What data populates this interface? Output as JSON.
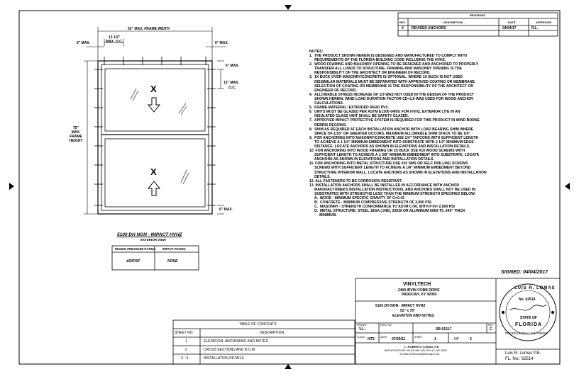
{
  "revisions": {
    "title": "REVISIONS",
    "headers": [
      "REV",
      "DESCRIPTION",
      "DATE",
      "APPROVED"
    ],
    "rows": [
      [
        "0",
        "REVISED ANCHORS",
        "04/04/17",
        "R.L."
      ]
    ]
  },
  "elevation": {
    "width_label": "52\" MAX. FRAME WIDTH",
    "oc_top_label": "13 1/2\"",
    "oc_top_label2": "MAX. O.C.",
    "max_top_left": "6\" MAX.",
    "max_top_right": "6\" MAX.",
    "max_right_top": "6\" MAX.",
    "oc_right_1": "13\" MAX.",
    "oc_right_2": "O.C.",
    "max_right_bottom": "6\" MAX.",
    "height_label": [
      "75\"",
      "MAX.",
      "FRAME",
      "HEIGHT"
    ],
    "x_mark_upper": "X",
    "x_mark_lower": "X",
    "title": "5100 DH NON - IMPACT HVHZ",
    "subtitle": "EXTERIOR VIEW",
    "dp_headers": [
      "DESIGN PRESSURE RATING",
      "IMPACT RATING"
    ],
    "dp_values": [
      "±50PSF",
      "NONE"
    ]
  },
  "notes": {
    "heading": "NOTES:",
    "items": [
      "1.  THE PRODUCT SHOWN HEREIN IS DESIGNED AND MANUFACTURED TO COMPLY WITH",
      "     REQUIREMENTS OF THE FLORIDA BUILDING CODE INCLUDING THE HVHZ.",
      "2.  WOOD FRAMING AND MASONRY OPENING TO BE DESIGNED AND ANCHORED TO PROPERLY",
      "     TRANSFER ALL LOADS TO STRUCTURE. FRAMING AND MASONRY OPENING IS THE",
      "     RESPONSIBILITY OF THE ARCHITECT OR ENGINEER OF RECORD.",
      "3.  1X BUCK OVER MASONRY/CONCRETE IS OPTIONAL. WHERE 1X BUCK IS NOT USED",
      "     DISSIMILAR MATERIALS MUST BE SEPARATED WITH APPROVED COATING OR MEMBRANE.",
      "     SELECTION OF COATING OR MEMBRANE IS THE RESPONSIBILITY OF THE ARCHITECT OR",
      "     ENGINEER OF RECORD.",
      "4.  ALLOWABLE STRESS INCREASE OF 1/3 WAS NOT USED IN THE DESIGN OF THE PRODUCT",
      "     SHOWN HEREIN. WIND LOAD DURATION FACTOR CD=1.6 WAS USED FOR WOOD ANCHOR",
      "     CALCULATIONS.",
      "5.  FRAME MATERIAL: EXTRUDED RIGID PVC.",
      "6.  UNITS MUST BE GLAZED PER ASTM E1300-04/09. FOR HVHZ, EXTERIOR LITE IN AN",
      "     INSULATED GLASS UNIT SHALL BE SAFETY GLAZED.",
      "7.  APPROVED IMPACT PROTECTIVE SYSTEM IS REQUIRED FOR THIS PRODUCT IN WIND BORNE",
      "     DEBRIS REGIONS.",
      "8.  SHIM AS REQUIRED AT EACH INSTALLATION ANCHOR WITH LOAD BEARING SHIM WHERE",
      "     SPACE OF 1/16\" OR GREATER OCCURS. MAXIMUM ALLOWABLE SHIM STACK TO BE 1/4\".",
      "9.  FOR ANCHORING INTO MASONRY/CONCRETE USE 1/4\" TAPCONS WITH SUFFICIENT LENGTH",
      "     TO ACHIEVE A 1 1/4\" MINIMUM EMBEDMENT INTO SUBSTRATE WITH 2 1/2\" MINIMUM EDGE",
      "     DISTANCE. LOCATE ANCHORS AS SHOWN IN ELEVATIONS AND INSTALLATION DETAILS.",
      "10. FOR ANCHORING INTO WOOD FRAMING OR 2X BUCK USE #10 WOOD SCREWS WITH",
      "     SUFFICIENT LENGTH TO ACHIEVE A 1 3/8\" MINIMUM EMBEDMENT INTO SUBSTRATE. LOCATE",
      "     ANCHORS AS SHOWN IN ELEVATIONS AND INSTALLATION DETAILS.",
      "11. FOR ANCHORING INTO METAL STRUCTURE USE #10 SMS OR SELF DRILLING SCREWS",
      "     SCREWS WITH SUFFICIENT LENGTH TO ACHIEVE A 1/4\" MINIMUM EMBEDMENT BEYOND",
      "     STRUCTURE INTERIOR WALL. LOCATE ANCHORS AS SHOWN IN ELEVATIONS AND INSTALLATION",
      "     DETAILS.",
      "12. ALL FASTENERS TO BE CORROSION RESISTANT.",
      "13. INSTALLATION ANCHORS SHALL BE INSTALLED IN ACCORDANCE WITH ANCHOR",
      "     MANUFACTURER'S INSTALLATION INSTRUCTIONS, AND ANCHORS SHALL NOT BE USED IN",
      "     SUBSTRATES WITH STRENGTHS LESS THAN THE MINIMUM STRENGTH SPECIFIED BELOW:",
      "     A.  WOOD - MINIMUM SPECIFIC GRAVITY OF G=0.42",
      "     B.  CONCRETE - MINIMUM COMPRESSIVE STRENGTH OF 3,000 PSI.",
      "     C.  MASONRY - STRENGTH CONFORMANCE TO ASTM C-90, WITH F'm= 2,000 PSI",
      "     D.  METAL STRUCTURE: STEEL 18GA (.048), 33KSI OR ALUMINUM 6063-T5 .045\" THICK",
      "          MINIMUM."
    ]
  },
  "signed": "SIGNED: 04/04/2017",
  "title_block": {
    "company": "VINYLTECH",
    "address1": "2400 IRVIN COBB DRIVE",
    "address2": "PADUCAH, KY 42003",
    "desc1": "5100 DH NON - IMPACT HVHZ",
    "desc2": "52\" x 75\"",
    "desc3": "ELEVATION AND NOTES",
    "drawn_label": "DRAWN:",
    "drawn": "V.L.",
    "dwg_label": "DWG. NO.",
    "dwg": "SB-01517",
    "rev_label": "REV",
    "rev": "C",
    "scale_label": "SCALE:",
    "scale": "NTS",
    "date_label": "DATE:",
    "date": "07/29/11",
    "sheet_label": "SHEET",
    "sheet": "1",
    "of_label": "OF",
    "of": "3",
    "engineer_line1": "L. ROBERTO LOMAS, P.E.",
    "engineer_line2": "1609 WOODSFORD HOUSE WAY, BELLEVILLE, MO 63000",
    "engineer_line3": "474-584-0008    rlomas@thomaspe.com"
  },
  "contents": {
    "title": "TABLE OF CONTENTS",
    "headers": [
      "SHEET NO.",
      "DESCRIPTION"
    ],
    "rows": [
      [
        "1",
        "ELEVATION, ANCHORING AND NOTES"
      ],
      [
        "2",
        "CROSS SECTIONS AND B.O.M."
      ],
      [
        "3 - 3",
        "INSTALLATION DETAILS"
      ]
    ]
  },
  "seal": {
    "top_arc": "LUIS R. LOMAS",
    "license": "No. 62514",
    "state": "STATE OF",
    "bottom_arc": "FLORIDA",
    "ring": "PROFESSIONAL ENGINEER",
    "signature_name": "Luis R. Lomas P.E.",
    "signature_license": "FL. No.: 62514"
  }
}
